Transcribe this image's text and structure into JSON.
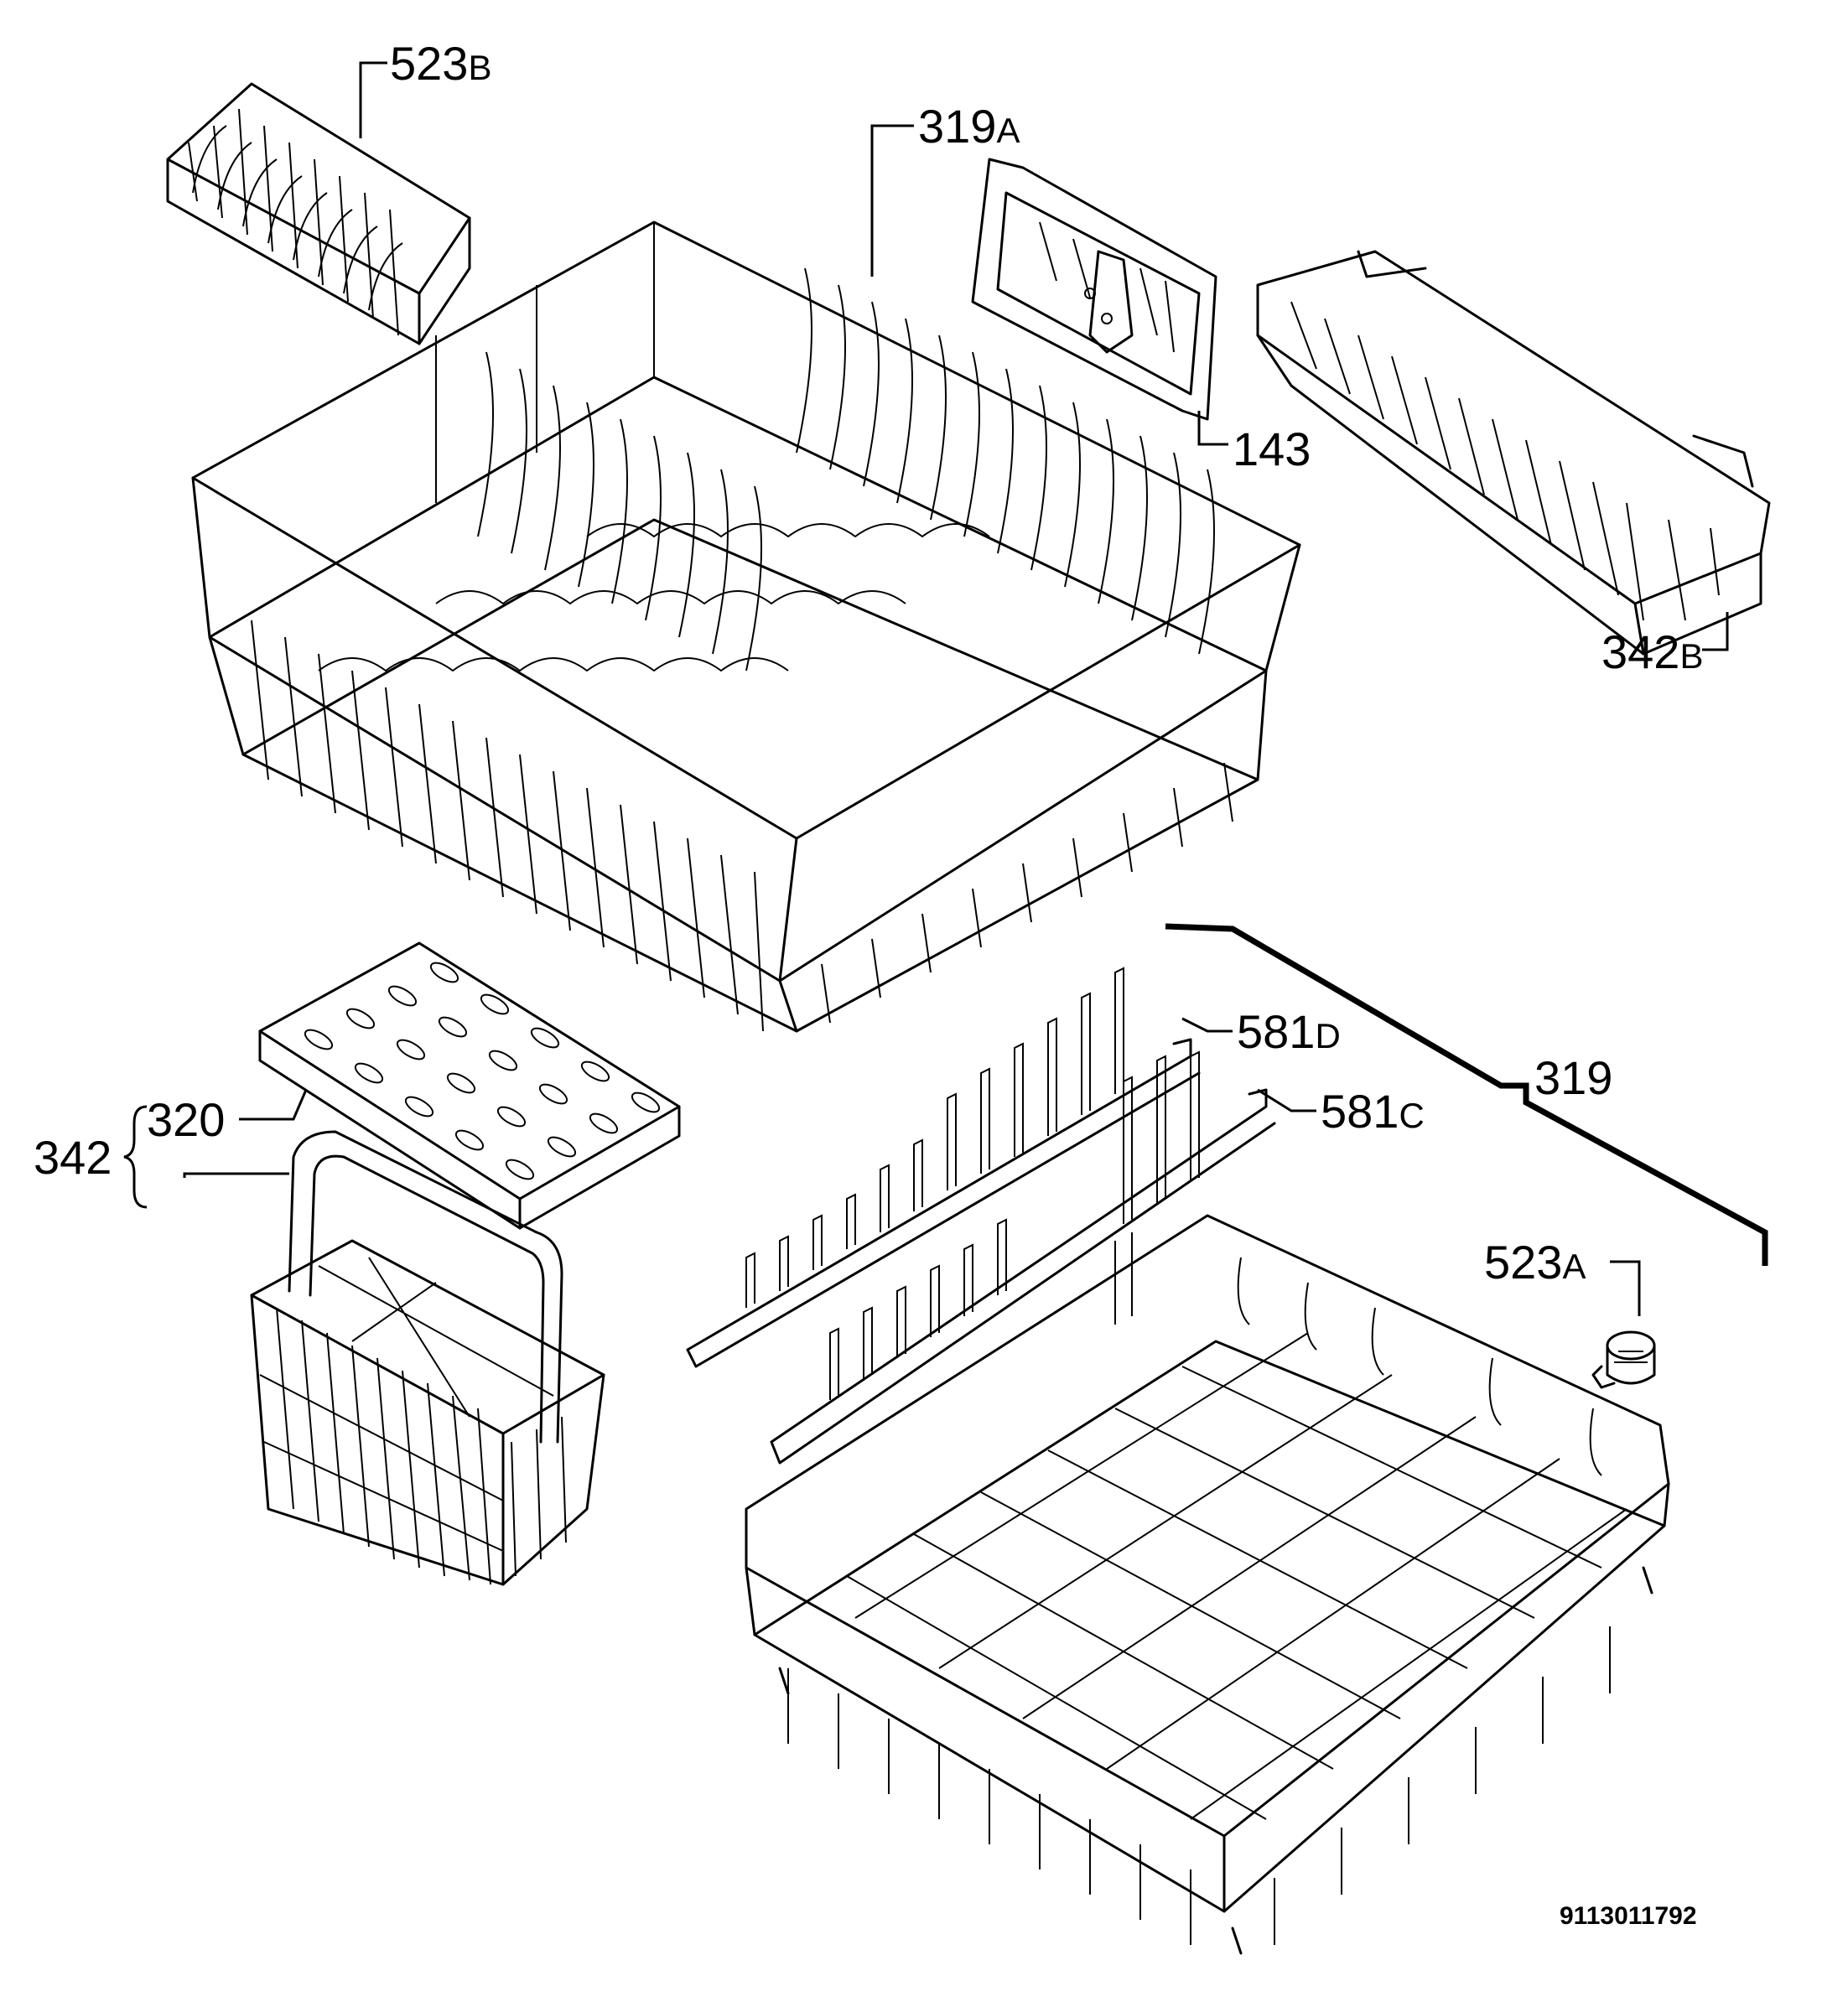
{
  "diagram": {
    "drawing_code": "9113011792",
    "labels": {
      "p523b": {
        "num": "523",
        "suffix": "B"
      },
      "p319a": {
        "num": "319",
        "suffix": "A"
      },
      "p143": {
        "num": "143",
        "suffix": ""
      },
      "p342b": {
        "num": "342",
        "suffix": "B"
      },
      "p581d": {
        "num": "581",
        "suffix": "D"
      },
      "p319": {
        "num": "319",
        "suffix": ""
      },
      "p581c": {
        "num": "581",
        "suffix": "C"
      },
      "p320": {
        "num": "320",
        "suffix": ""
      },
      "p342": {
        "num": "342",
        "suffix": ""
      },
      "p523a": {
        "num": "523",
        "suffix": "A"
      }
    }
  }
}
